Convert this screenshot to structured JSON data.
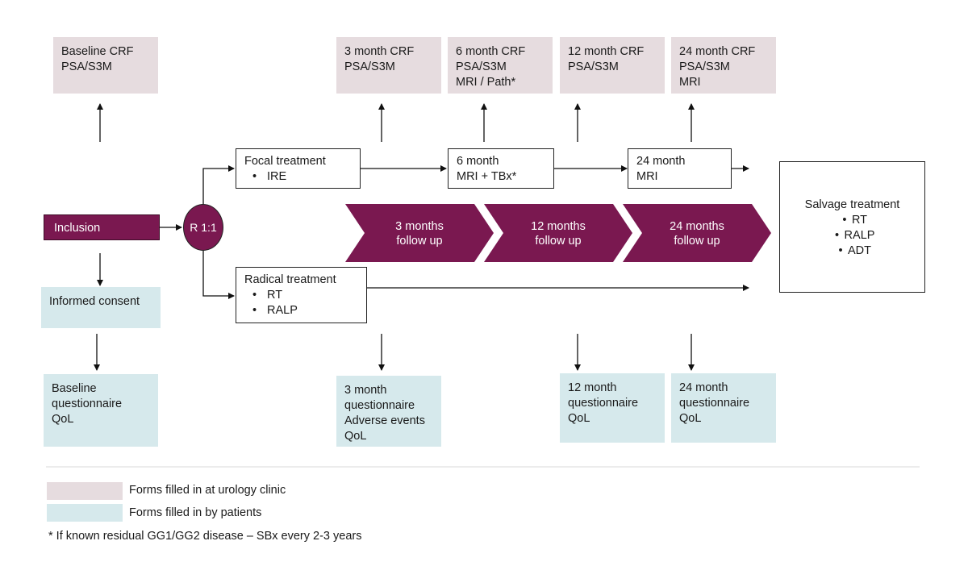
{
  "top_boxes": {
    "baseline": [
      "Baseline CRF",
      "PSA/S3M"
    ],
    "m3": [
      "3 month CRF",
      "PSA/S3M"
    ],
    "m6": [
      "6 month CRF",
      "PSA/S3M",
      "MRI / Path*"
    ],
    "m12": [
      "12 month CRF",
      "PSA/S3M"
    ],
    "m24": [
      "24 month CRF",
      "PSA/S3M",
      "MRI"
    ]
  },
  "inclusion": "Inclusion",
  "randomization": "R 1:1",
  "focal": {
    "title": "Focal treatment",
    "items": [
      "IRE"
    ]
  },
  "six_month": [
    "6 month",
    "MRI + TBx*"
  ],
  "twentyfour_month": [
    "24 month",
    "MRI"
  ],
  "radical": {
    "title": "Radical treatment",
    "items": [
      "RT",
      "RALP"
    ]
  },
  "followups": [
    [
      "3 months",
      "follow up"
    ],
    [
      "12 months",
      "follow up"
    ],
    [
      "24 months",
      "follow up"
    ]
  ],
  "salvage": {
    "title": "Salvage treatment",
    "items": [
      "RT",
      "RALP",
      "ADT"
    ]
  },
  "informed_consent": "Informed consent",
  "bottom_boxes": {
    "baseline": [
      "Baseline",
      "questionnaire",
      "QoL"
    ],
    "m3": [
      "3 month",
      "questionnaire",
      "Adverse events",
      "QoL"
    ],
    "m12": [
      "12 month",
      "questionnaire",
      "QoL"
    ],
    "m24": [
      "24 month",
      "questionnaire",
      "QoL"
    ]
  },
  "legend": [
    {
      "label": "Forms filled in at urology clinic",
      "color": "#e6dcdf"
    },
    {
      "label": "Forms filled in by patients",
      "color": "#d6e9ec"
    }
  ],
  "footnote": "* If known residual GG1/GG2 disease – SBx every 2-3 years",
  "colors": {
    "accent": "#7a1850",
    "clinic": "#e6dcdf",
    "patient": "#d6e9ec"
  }
}
